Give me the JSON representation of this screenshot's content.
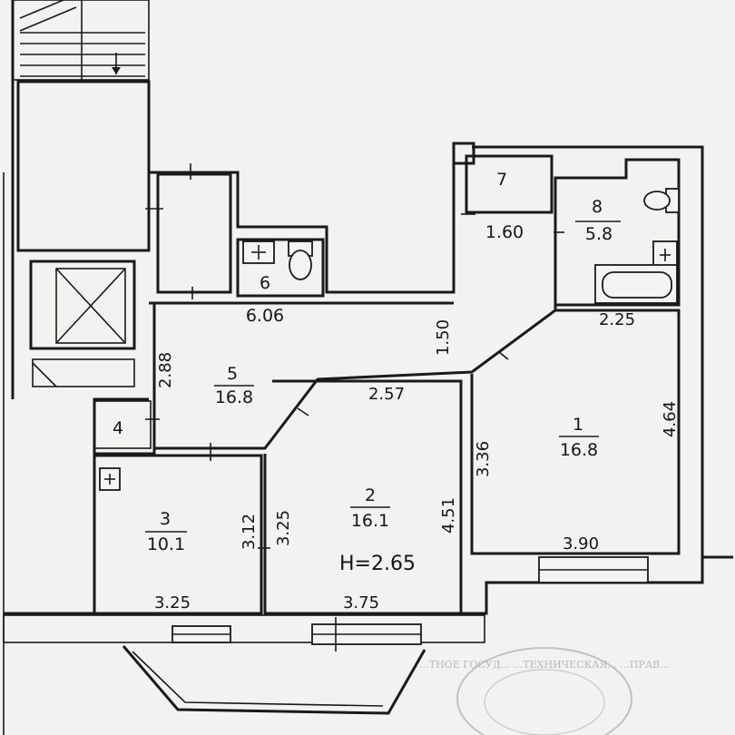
{
  "plan": {
    "height_label": "H=2.65",
    "rooms": [
      {
        "id": "room-1",
        "number": "1",
        "area": "16.8"
      },
      {
        "id": "room-2",
        "number": "2",
        "area": "16.1"
      },
      {
        "id": "room-3",
        "number": "3",
        "area": "10.1"
      },
      {
        "id": "room-4",
        "number": "4"
      },
      {
        "id": "room-5",
        "number": "5",
        "area": "16.8"
      },
      {
        "id": "room-6",
        "number": "6",
        "area": "6.06"
      },
      {
        "id": "room-7",
        "number": "7",
        "area": "1.60"
      },
      {
        "id": "room-8",
        "number": "8",
        "area": "5.8"
      }
    ],
    "dimensions": {
      "room1_top": "2.25",
      "room1_right": "4.64",
      "room1_left": "3.36",
      "room1_bottom": "3.90",
      "room2_top": "2.57",
      "room2_left": "3.25",
      "room2_right": "4.51",
      "room2_bottom": "3.75",
      "room3_right": "3.12",
      "room3_bottom": "3.25",
      "room5_left": "2.88",
      "corridor_right": "1.50"
    },
    "stamp_text": "...ТНОЕ ГОСУД... ...ТЕХНИЧЕСКАЯ... ...ПРАВ..."
  }
}
